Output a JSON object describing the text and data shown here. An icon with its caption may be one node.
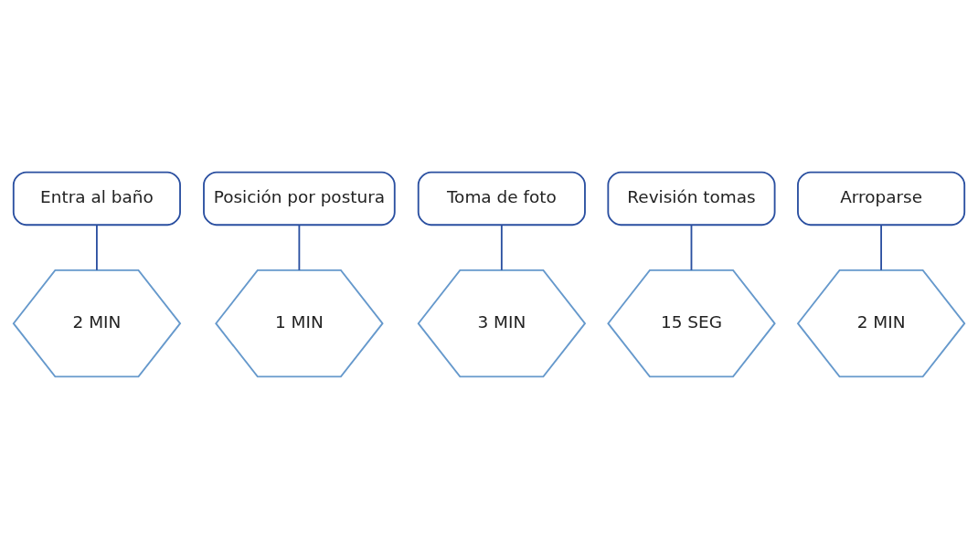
{
  "diagram": {
    "nodes": [
      {
        "text": [
          "Entra al baño"
        ]
      },
      {
        "text": [
          "2 MIN"
        ]
      },
      {
        "text": [
          "Posición por postura"
        ]
      },
      {
        "text": [
          "1 MIN"
        ]
      },
      {
        "text": [
          "Toma de foto"
        ]
      },
      {
        "text": [
          "3 MIN"
        ]
      },
      {
        "text": [
          "Revisión tomas"
        ]
      },
      {
        "text": [
          "15 SEG"
        ]
      },
      {
        "text": [
          "Arroparse"
        ]
      },
      {
        "text": [
          "2 MIN"
        ]
      }
    ],
    "edges": [
      {
        "from": 0,
        "to": 1,
        "arrow": "none"
      },
      {
        "from": 2,
        "to": 3,
        "arrow": "none"
      },
      {
        "from": 4,
        "to": 5,
        "arrow": "none"
      },
      {
        "from": 6,
        "to": 7,
        "arrow": "none"
      },
      {
        "from": 8,
        "to": 9,
        "arrow": "none"
      }
    ]
  }
}
